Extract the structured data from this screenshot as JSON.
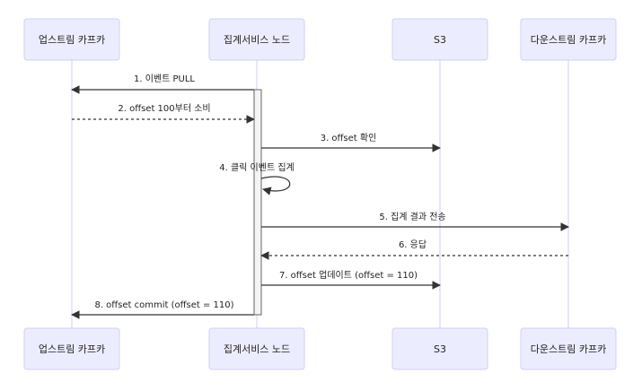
{
  "participants": [
    {
      "id": "upstream",
      "label": "업스트림 카프카"
    },
    {
      "id": "agg",
      "label": "집계서비스 노드"
    },
    {
      "id": "s3",
      "label": "S3"
    },
    {
      "id": "downstream",
      "label": "다운스트림 카프카"
    }
  ],
  "messages": [
    {
      "from": "agg",
      "to": "upstream",
      "label": "1. 이벤트 PULL",
      "style": "solid"
    },
    {
      "from": "upstream",
      "to": "agg",
      "label": "2. offset 100부터 소비",
      "style": "dashed"
    },
    {
      "from": "agg",
      "to": "s3",
      "label": "3. offset 확인",
      "style": "solid"
    },
    {
      "from": "agg",
      "to": "agg",
      "label": "4. 클릭 이벤트 집계",
      "style": "self"
    },
    {
      "from": "agg",
      "to": "downstream",
      "label": "5. 집계 결과 전송",
      "style": "solid"
    },
    {
      "from": "downstream",
      "to": "agg",
      "label": "6. 응답",
      "style": "dashed"
    },
    {
      "from": "agg",
      "to": "s3",
      "label": "7. offset 업데이트 (offset = 110)",
      "style": "solid"
    },
    {
      "from": "agg",
      "to": "upstream",
      "label": "8. offset commit (offset = 110)",
      "style": "solid"
    }
  ],
  "activation": {
    "participant": "agg",
    "from_message": 0,
    "to_message": 7
  },
  "colors": {
    "actor_fill": "#ECECFF",
    "actor_border": "#cfcff7",
    "line": "#333333"
  }
}
